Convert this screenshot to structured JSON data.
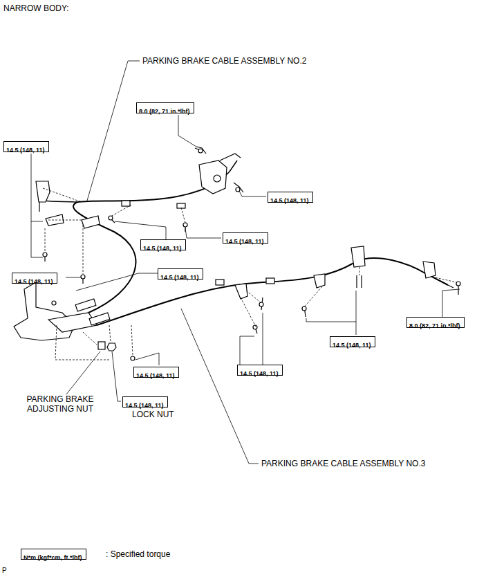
{
  "diagram": {
    "nodes": [
      {
        "text": [
          "8.0 (82, 71 in.*lbf)"
        ]
      },
      {
        "text": [
          "14.5 (148, 11)"
        ]
      },
      {
        "text": [
          "14.5 (148, 11)"
        ]
      },
      {
        "text": [
          "14.5 (148, 11)"
        ]
      },
      {
        "text": [
          "14.5 (148, 11)"
        ]
      },
      {
        "text": [
          "14.5 (148, 11)"
        ]
      },
      {
        "text": [
          "14.5 (148, 11)"
        ]
      },
      {
        "text": [
          "8.0 (82, 71 in.*lbf)"
        ]
      },
      {
        "text": [
          "14.5 (148, 11)"
        ]
      },
      {
        "text": [
          "14.5 (148, 11)"
        ]
      },
      {
        "text": [
          "14.5 (148, 11)"
        ]
      },
      {
        "text": [
          "14.5 (148, 11)"
        ]
      },
      {
        "text": [
          "N*m (kgf*cm, ft.*lbf)"
        ]
      }
    ],
    "edges": [],
    "labels": [
      "NARROW BODY:",
      "PARKING BRAKE CABLE ASSEMBLY NO.2",
      "PARKING BRAKE ADJUSTING NUT",
      "LOCK NUT",
      "PARKING BRAKE CABLE ASSEMBLY NO.3",
      ": Specified torque",
      "P"
    ]
  }
}
